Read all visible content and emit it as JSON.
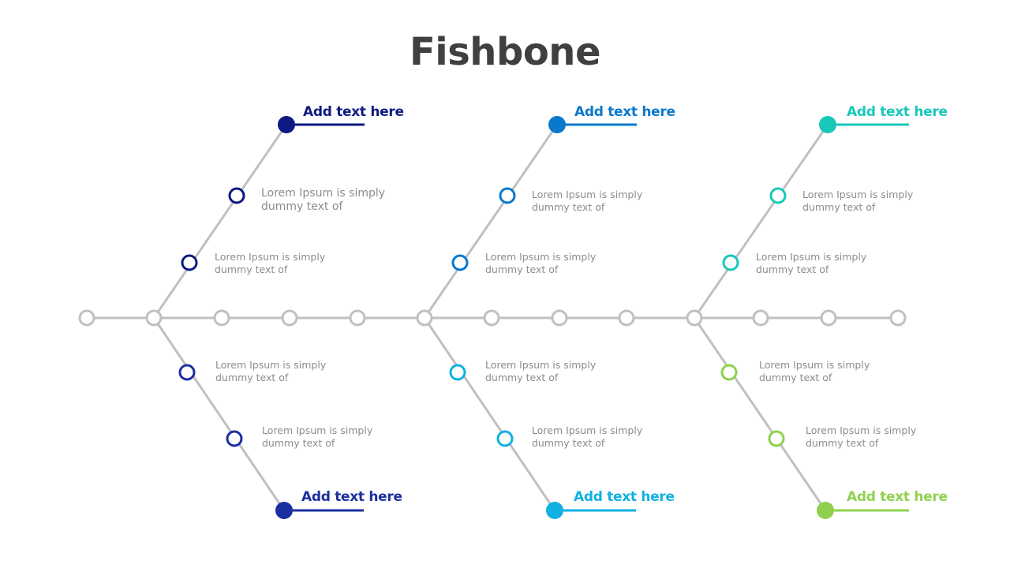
{
  "title": "Fishbone",
  "colors": {
    "spine": "#c0c0c0",
    "navy": "#0c1a82",
    "navy2": "#1b2fa0",
    "blue": "#0a78cd",
    "sky": "#10b0e2",
    "teal": "#17c8b9",
    "green": "#8fd14f"
  },
  "branches": [
    {
      "heading": "Add text here",
      "color": "#0c1a82",
      "items": [
        {
          "line1": "Lorem Ipsum is simply",
          "line2": "dummy text of"
        },
        {
          "line1": "Lorem Ipsum is simply",
          "line2": "dummy text of"
        }
      ]
    },
    {
      "heading": "Add text here",
      "color": "#0a78cd",
      "items": [
        {
          "line1": "Lorem Ipsum is simply",
          "line2": "dummy text of"
        },
        {
          "line1": "Lorem Ipsum is simply",
          "line2": "dummy text of"
        }
      ]
    },
    {
      "heading": "Add text here",
      "color": "#17c8b9",
      "items": [
        {
          "line1": "Lorem Ipsum is simply",
          "line2": "dummy text of"
        },
        {
          "line1": "Lorem Ipsum is simply",
          "line2": "dummy text of"
        }
      ]
    },
    {
      "heading": "Add text here",
      "color": "#1b2fa0",
      "items": [
        {
          "line1": "Lorem Ipsum is simply",
          "line2": "dummy text of"
        },
        {
          "line1": "Lorem Ipsum is simply",
          "line2": "dummy text of"
        }
      ]
    },
    {
      "heading": "Add text here",
      "color": "#10b0e2",
      "items": [
        {
          "line1": "Lorem Ipsum is simply",
          "line2": "dummy text of"
        },
        {
          "line1": "Lorem Ipsum is simply",
          "line2": "dummy text of"
        }
      ]
    },
    {
      "heading": "Add text here",
      "color": "#8fd14f",
      "items": [
        {
          "line1": "Lorem Ipsum is simply",
          "line2": "dummy text of"
        },
        {
          "line1": "Lorem Ipsum is simply",
          "line2": "dummy text of"
        }
      ]
    }
  ]
}
